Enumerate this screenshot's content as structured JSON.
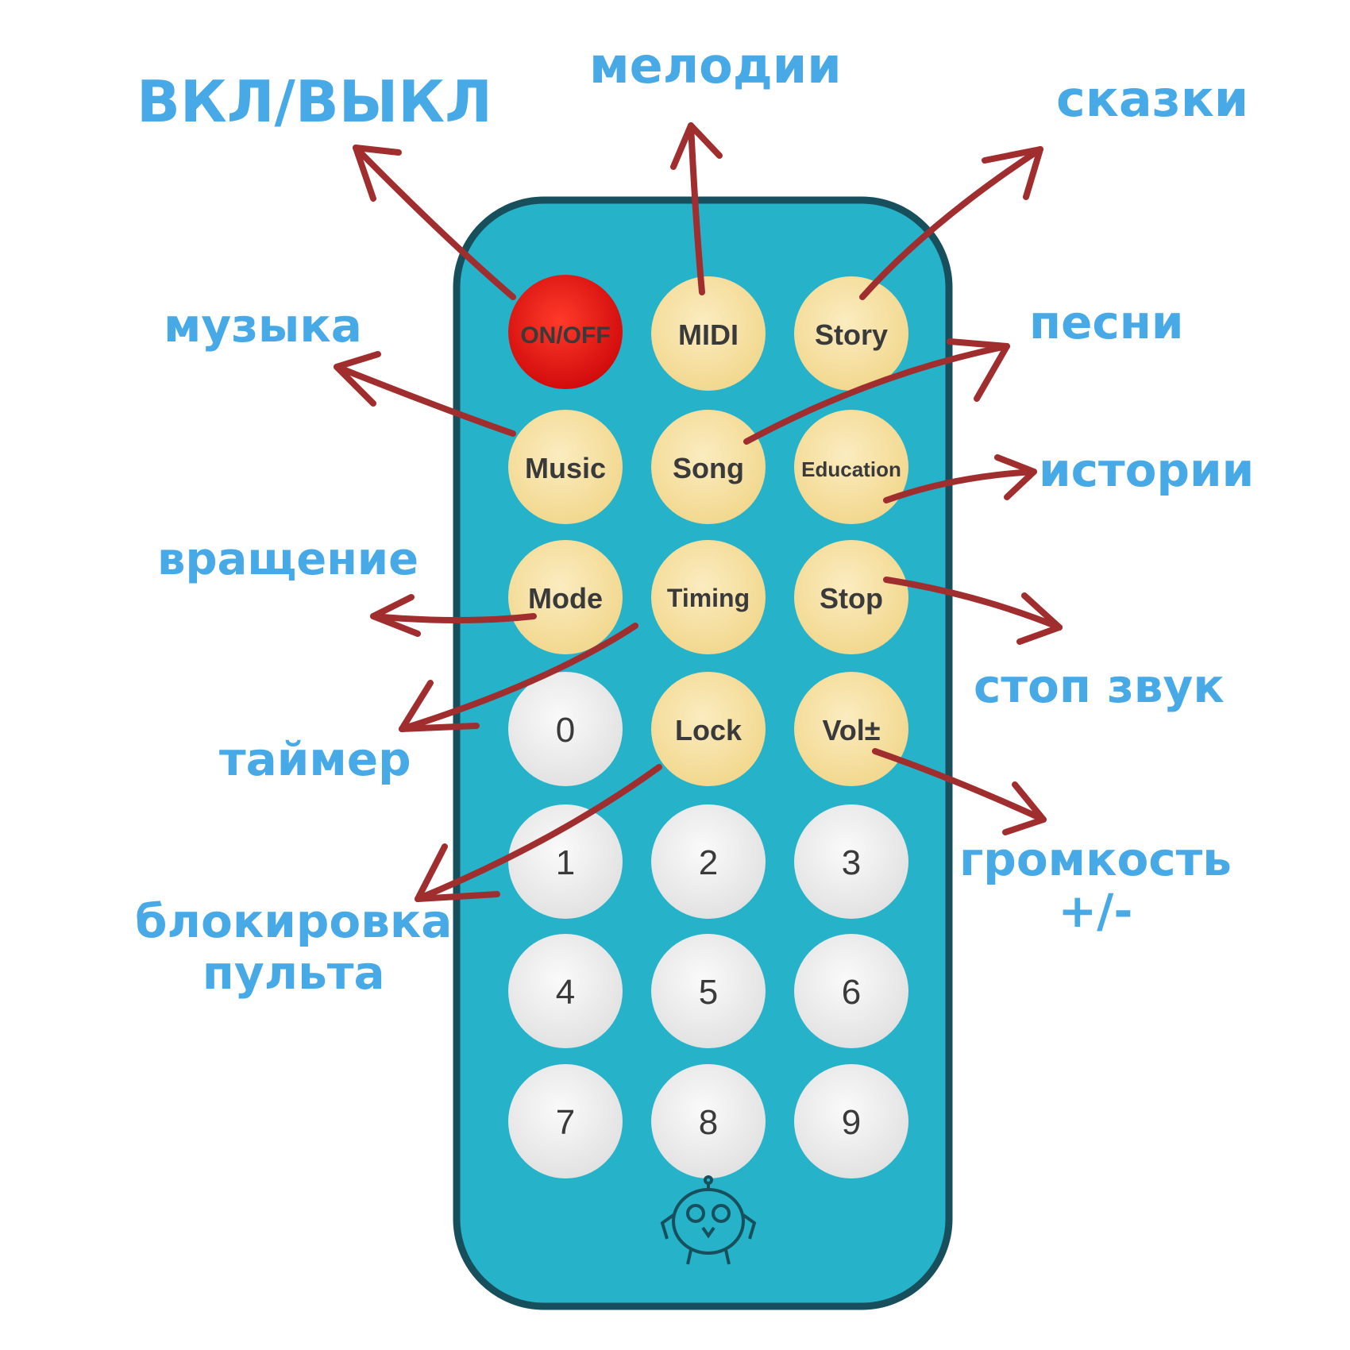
{
  "remote": {
    "body_color": "#26b2c9",
    "border_color": "#17505c",
    "onoff_color": "#ee1212",
    "function_button_color": "#f5dfa0",
    "number_button_color": "#eeeeee",
    "buttons": {
      "onoff": "ON/OFF",
      "midi": "MIDI",
      "story": "Story",
      "music": "Music",
      "song": "Song",
      "education": "Education",
      "mode": "Mode",
      "timing": "Timing",
      "stop": "Stop",
      "zero": "0",
      "lock": "Lock",
      "vol": "Vol±",
      "n1": "1",
      "n2": "2",
      "n3": "3",
      "n4": "4",
      "n5": "5",
      "n6": "6",
      "n7": "7",
      "n8": "8",
      "n9": "9"
    },
    "mascot_icon": "robot-mascot-icon"
  },
  "annotations": {
    "text_color": "#47a9e6",
    "arrow_color": "#a12e2e",
    "onoff": "ВКЛ/ВЫКЛ",
    "midi": "мелодии",
    "story": "сказки",
    "music": "музыка",
    "song": "песни",
    "education": "истории",
    "mode": "вращение",
    "stop": "стоп звук",
    "timing": "таймер",
    "vol_line1": "громкость",
    "vol_line2": "+/-",
    "lock_line1": "блокировка",
    "lock_line2": "пульта"
  }
}
